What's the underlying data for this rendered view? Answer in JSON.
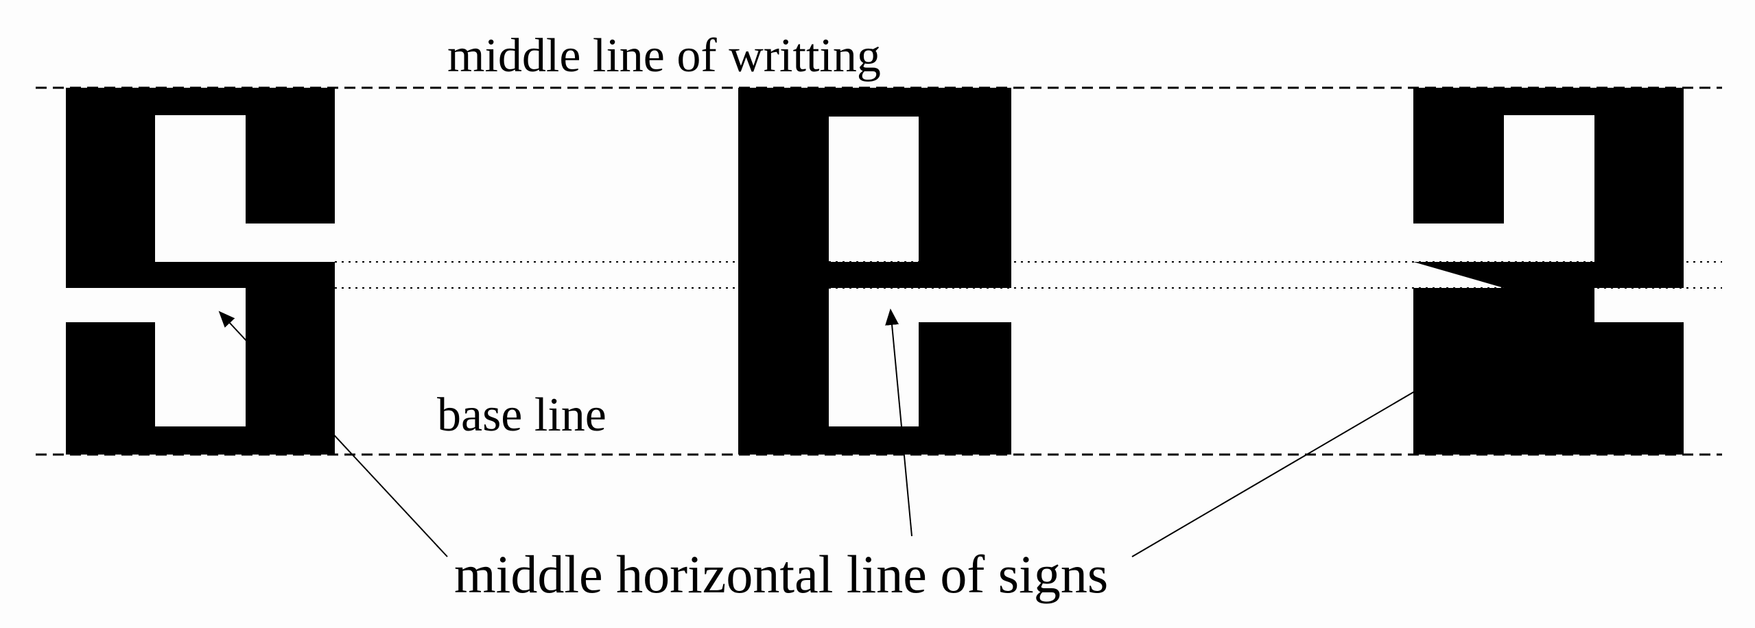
{
  "labels": {
    "middle_line": "middle line of writting",
    "base_line": "base line",
    "middle_horizontal": "middle horizontal line of signs"
  },
  "glyphs": [
    {
      "name": "s"
    },
    {
      "name": "e"
    },
    {
      "name": "z"
    }
  ],
  "colors": {
    "background": "#fdfdfd",
    "ink": "#000000"
  }
}
